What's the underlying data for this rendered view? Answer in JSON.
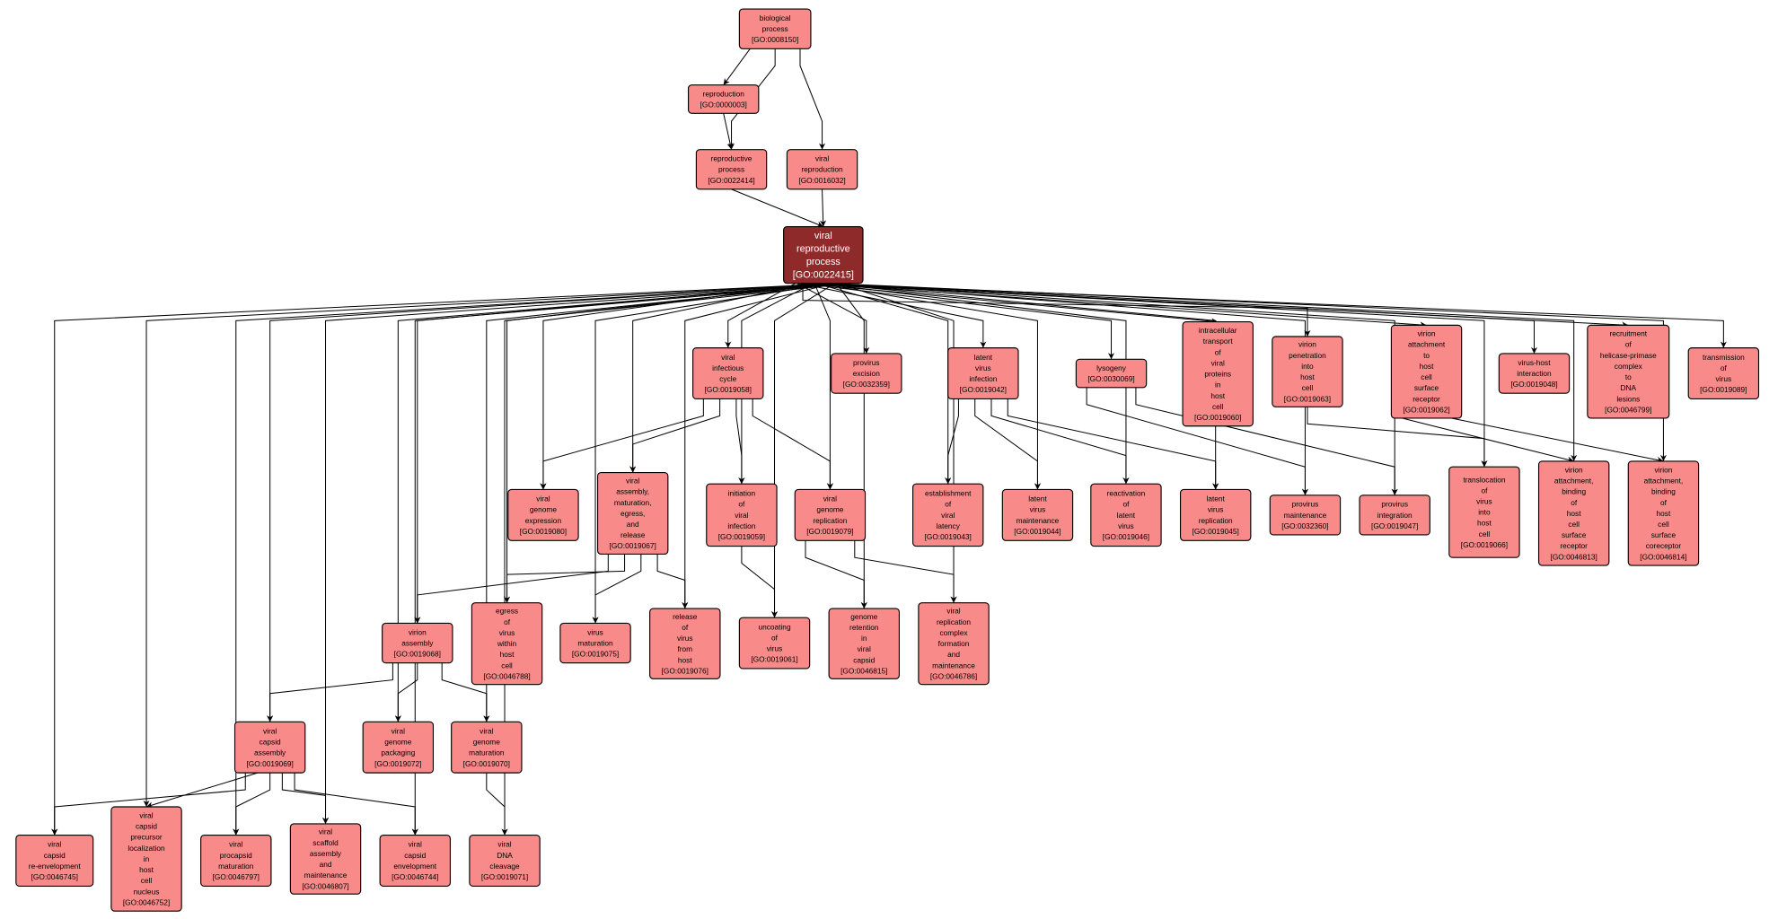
{
  "colors": {
    "node_fill": "#f98a8a",
    "focus_fill": "#8e2a2a",
    "edge": "#000000"
  },
  "focus_node": "GO:0022415",
  "nodes": [
    {
      "id": "GO:0008150",
      "lines": [
        "biological",
        "process",
        "[GO:0008150]"
      ]
    },
    {
      "id": "GO:0000003",
      "lines": [
        "reproduction",
        "[GO:0000003]"
      ]
    },
    {
      "id": "GO:0022414",
      "lines": [
        "reproductive",
        "process",
        "[GO:0022414]"
      ]
    },
    {
      "id": "GO:0016032",
      "lines": [
        "viral",
        "reproduction",
        "[GO:0016032]"
      ]
    },
    {
      "id": "GO:0022415",
      "lines": [
        "viral",
        "reproductive",
        "process",
        "[GO:0022415]"
      ]
    },
    {
      "id": "GO:0019058",
      "lines": [
        "viral",
        "infectious",
        "cycle",
        "[GO:0019058]"
      ]
    },
    {
      "id": "GO:0032359",
      "lines": [
        "provirus",
        "excision",
        "[GO:0032359]"
      ]
    },
    {
      "id": "GO:0019042",
      "lines": [
        "latent",
        "virus",
        "infection",
        "[GO:0019042]"
      ]
    },
    {
      "id": "GO:0030069",
      "lines": [
        "lysogeny",
        "[GO:0030069]"
      ]
    },
    {
      "id": "GO:0019060",
      "lines": [
        "intracellular",
        "transport",
        "of",
        "viral",
        "proteins",
        "in",
        "host",
        "cell",
        "[GO:0019060]"
      ]
    },
    {
      "id": "GO:0019063",
      "lines": [
        "virion",
        "penetration",
        "into",
        "host",
        "cell",
        "[GO:0019063]"
      ]
    },
    {
      "id": "GO:0019062",
      "lines": [
        "virion",
        "attachment",
        "to",
        "host",
        "cell",
        "surface",
        "receptor",
        "[GO:0019062]"
      ]
    },
    {
      "id": "GO:0019048",
      "lines": [
        "virus-host",
        "interaction",
        "[GO:0019048]"
      ]
    },
    {
      "id": "GO:0046799",
      "lines": [
        "recruitment",
        "of",
        "helicase-primase",
        "complex",
        "to",
        "DNA",
        "lesions",
        "[GO:0046799]"
      ]
    },
    {
      "id": "GO:0019089",
      "lines": [
        "transmission",
        "of",
        "virus",
        "[GO:0019089]"
      ]
    },
    {
      "id": "GO:0019080",
      "lines": [
        "viral",
        "genome",
        "expression",
        "[GO:0019080]"
      ]
    },
    {
      "id": "GO:0019067",
      "lines": [
        "viral",
        "assembly,",
        "maturation,",
        "egress,",
        "and",
        "release",
        "[GO:0019067]"
      ]
    },
    {
      "id": "GO:0019059",
      "lines": [
        "initiation",
        "of",
        "viral",
        "infection",
        "[GO:0019059]"
      ]
    },
    {
      "id": "GO:0019079",
      "lines": [
        "viral",
        "genome",
        "replication",
        "[GO:0019079]"
      ]
    },
    {
      "id": "GO:0019043",
      "lines": [
        "establishment",
        "of",
        "viral",
        "latency",
        "[GO:0019043]"
      ]
    },
    {
      "id": "GO:0019044",
      "lines": [
        "latent",
        "virus",
        "maintenance",
        "[GO:0019044]"
      ]
    },
    {
      "id": "GO:0019046",
      "lines": [
        "reactivation",
        "of",
        "latent",
        "virus",
        "[GO:0019046]"
      ]
    },
    {
      "id": "GO:0019045",
      "lines": [
        "latent",
        "virus",
        "replication",
        "[GO:0019045]"
      ]
    },
    {
      "id": "GO:0032360",
      "lines": [
        "provirus",
        "maintenance",
        "[GO:0032360]"
      ]
    },
    {
      "id": "GO:0019047",
      "lines": [
        "provirus",
        "integration",
        "[GO:0019047]"
      ]
    },
    {
      "id": "GO:0019066",
      "lines": [
        "translocation",
        "of",
        "virus",
        "into",
        "host",
        "cell",
        "[GO:0019066]"
      ]
    },
    {
      "id": "GO:0046813",
      "lines": [
        "virion",
        "attachment,",
        "binding",
        "of",
        "host",
        "cell",
        "surface",
        "receptor",
        "[GO:0046813]"
      ]
    },
    {
      "id": "GO:0046814",
      "lines": [
        "virion",
        "attachment,",
        "binding",
        "of",
        "host",
        "cell",
        "surface",
        "coreceptor",
        "[GO:0046814]"
      ]
    },
    {
      "id": "GO:0019068",
      "lines": [
        "virion",
        "assembly",
        "[GO:0019068]"
      ]
    },
    {
      "id": "GO:0046788",
      "lines": [
        "egress",
        "of",
        "virus",
        "within",
        "host",
        "cell",
        "[GO:0046788]"
      ]
    },
    {
      "id": "GO:0019075",
      "lines": [
        "virus",
        "maturation",
        "[GO:0019075]"
      ]
    },
    {
      "id": "GO:0019076",
      "lines": [
        "release",
        "of",
        "virus",
        "from",
        "host",
        "[GO:0019076]"
      ]
    },
    {
      "id": "GO:0019061",
      "lines": [
        "uncoating",
        "of",
        "virus",
        "[GO:0019061]"
      ]
    },
    {
      "id": "GO:0046815",
      "lines": [
        "genome",
        "retention",
        "in",
        "viral",
        "capsid",
        "[GO:0046815]"
      ]
    },
    {
      "id": "GO:0046786",
      "lines": [
        "viral",
        "replication",
        "complex",
        "formation",
        "and",
        "maintenance",
        "[GO:0046786]"
      ]
    },
    {
      "id": "GO:0019069",
      "lines": [
        "viral",
        "capsid",
        "assembly",
        "[GO:0019069]"
      ]
    },
    {
      "id": "GO:0019072",
      "lines": [
        "viral",
        "genome",
        "packaging",
        "[GO:0019072]"
      ]
    },
    {
      "id": "GO:0019070",
      "lines": [
        "viral",
        "genome",
        "maturation",
        "[GO:0019070]"
      ]
    },
    {
      "id": "GO:0046745",
      "lines": [
        "viral",
        "capsid",
        "re-envelopment",
        "[GO:0046745]"
      ]
    },
    {
      "id": "GO:0046752",
      "lines": [
        "viral",
        "capsid",
        "precursor",
        "localization",
        "in",
        "host",
        "cell",
        "nucleus",
        "[GO:0046752]"
      ]
    },
    {
      "id": "GO:0046797",
      "lines": [
        "viral",
        "procapsid",
        "maturation",
        "[GO:0046797]"
      ]
    },
    {
      "id": "GO:0046807",
      "lines": [
        "viral",
        "scaffold",
        "assembly",
        "and",
        "maintenance",
        "[GO:0046807]"
      ]
    },
    {
      "id": "GO:0046744",
      "lines": [
        "viral",
        "capsid",
        "envelopment",
        "[GO:0046744]"
      ]
    },
    {
      "id": "GO:0019071",
      "lines": [
        "viral",
        "DNA",
        "cleavage",
        "[GO:0019071]"
      ]
    }
  ],
  "edges": [
    [
      "GO:0008150",
      "GO:0000003"
    ],
    [
      "GO:0008150",
      "GO:0022414"
    ],
    [
      "GO:0008150",
      "GO:0016032"
    ],
    [
      "GO:0000003",
      "GO:0022414"
    ],
    [
      "GO:0022414",
      "GO:0022415"
    ],
    [
      "GO:0016032",
      "GO:0022415"
    ],
    [
      "GO:0022415",
      "GO:0019058"
    ],
    [
      "GO:0022415",
      "GO:0032359"
    ],
    [
      "GO:0022415",
      "GO:0019042"
    ],
    [
      "GO:0022415",
      "GO:0030069"
    ],
    [
      "GO:0022415",
      "GO:0019060"
    ],
    [
      "GO:0022415",
      "GO:0019063"
    ],
    [
      "GO:0022415",
      "GO:0019062"
    ],
    [
      "GO:0022415",
      "GO:0019048"
    ],
    [
      "GO:0022415",
      "GO:0046799"
    ],
    [
      "GO:0022415",
      "GO:0019089"
    ],
    [
      "GO:0022415",
      "GO:0019080"
    ],
    [
      "GO:0022415",
      "GO:0019067"
    ],
    [
      "GO:0022415",
      "GO:0019059"
    ],
    [
      "GO:0022415",
      "GO:0019079"
    ],
    [
      "GO:0022415",
      "GO:0019043"
    ],
    [
      "GO:0022415",
      "GO:0019044"
    ],
    [
      "GO:0022415",
      "GO:0019046"
    ],
    [
      "GO:0022415",
      "GO:0019045"
    ],
    [
      "GO:0022415",
      "GO:0032360"
    ],
    [
      "GO:0022415",
      "GO:0019047"
    ],
    [
      "GO:0022415",
      "GO:0019066"
    ],
    [
      "GO:0022415",
      "GO:0046813"
    ],
    [
      "GO:0022415",
      "GO:0046814"
    ],
    [
      "GO:0022415",
      "GO:0019068"
    ],
    [
      "GO:0022415",
      "GO:0046788"
    ],
    [
      "GO:0022415",
      "GO:0019075"
    ],
    [
      "GO:0022415",
      "GO:0019076"
    ],
    [
      "GO:0022415",
      "GO:0019061"
    ],
    [
      "GO:0022415",
      "GO:0046815"
    ],
    [
      "GO:0022415",
      "GO:0046786"
    ],
    [
      "GO:0022415",
      "GO:0019069"
    ],
    [
      "GO:0022415",
      "GO:0019072"
    ],
    [
      "GO:0022415",
      "GO:0019070"
    ],
    [
      "GO:0022415",
      "GO:0046745"
    ],
    [
      "GO:0022415",
      "GO:0046752"
    ],
    [
      "GO:0022415",
      "GO:0046797"
    ],
    [
      "GO:0022415",
      "GO:0046807"
    ],
    [
      "GO:0022415",
      "GO:0046744"
    ],
    [
      "GO:0022415",
      "GO:0019071"
    ],
    [
      "GO:0019058",
      "GO:0019080"
    ],
    [
      "GO:0019058",
      "GO:0019067"
    ],
    [
      "GO:0019058",
      "GO:0019059"
    ],
    [
      "GO:0019058",
      "GO:0019079"
    ],
    [
      "GO:0019042",
      "GO:0019043"
    ],
    [
      "GO:0019042",
      "GO:0019044"
    ],
    [
      "GO:0019042",
      "GO:0019046"
    ],
    [
      "GO:0019042",
      "GO:0019045"
    ],
    [
      "GO:0030069",
      "GO:0032360"
    ],
    [
      "GO:0030069",
      "GO:0019047"
    ],
    [
      "GO:0019063",
      "GO:0019066"
    ],
    [
      "GO:0019062",
      "GO:0046813"
    ],
    [
      "GO:0019062",
      "GO:0046814"
    ],
    [
      "GO:0019067",
      "GO:0019068"
    ],
    [
      "GO:0019067",
      "GO:0046788"
    ],
    [
      "GO:0019067",
      "GO:0019075"
    ],
    [
      "GO:0019067",
      "GO:0019076"
    ],
    [
      "GO:0019059",
      "GO:0019061"
    ],
    [
      "GO:0019079",
      "GO:0046815"
    ],
    [
      "GO:0019079",
      "GO:0046786"
    ],
    [
      "GO:0019068",
      "GO:0019069"
    ],
    [
      "GO:0019068",
      "GO:0019072"
    ],
    [
      "GO:0019068",
      "GO:0019070"
    ],
    [
      "GO:0019069",
      "GO:0046745"
    ],
    [
      "GO:0019069",
      "GO:0046752"
    ],
    [
      "GO:0019069",
      "GO:0046797"
    ],
    [
      "GO:0019069",
      "GO:0046807"
    ],
    [
      "GO:0019069",
      "GO:0046744"
    ],
    [
      "GO:0019070",
      "GO:0019071"
    ]
  ]
}
